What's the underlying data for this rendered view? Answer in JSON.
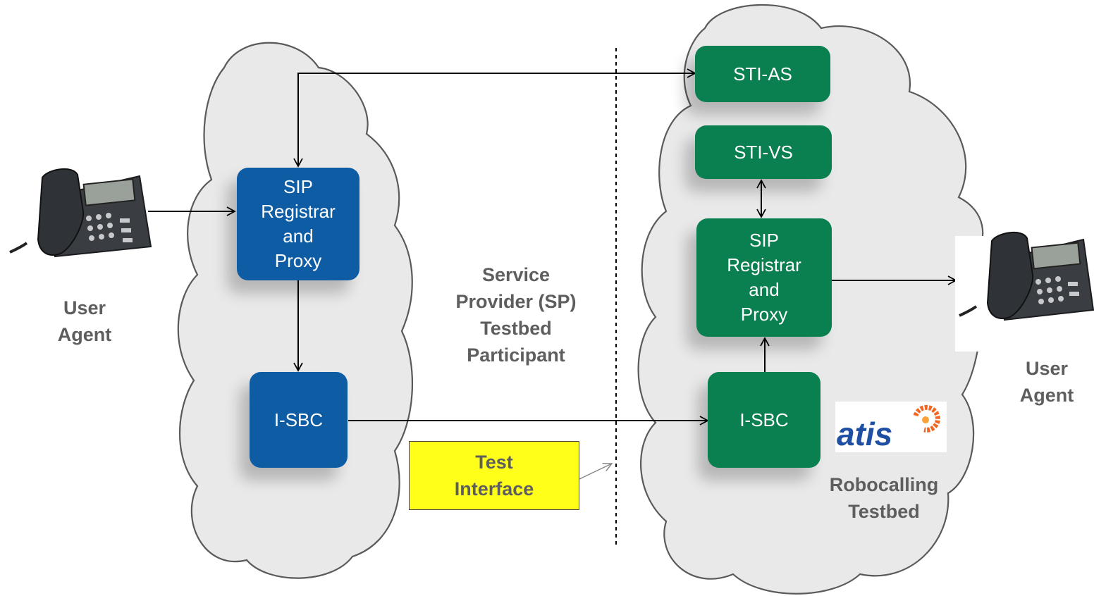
{
  "nodes": {
    "sp_sip_proxy": "SIP\nRegistrar\nand\nProxy",
    "sp_isbc": "I-SBC",
    "sti_as": "STI-AS",
    "sti_vs": "STI-VS",
    "rt_sip_proxy": "SIP\nRegistrar\nand\nProxy",
    "rt_isbc": "I-SBC"
  },
  "labels": {
    "user_agent_left": "User\nAgent",
    "user_agent_right": "User\nAgent",
    "sp_testbed": "Service\nProvider (SP)\nTestbed\nParticipant",
    "robocalling_testbed": "Robocalling\nTestbed",
    "test_interface": "Test\nInterface",
    "atis_logo": "atis"
  },
  "colors": {
    "sp_node": "#0e5da4",
    "testbed_node": "#0a7f4f",
    "cloud_fill": "#e9e9e9",
    "test_interface_fill": "#ffff1a",
    "atis_blue": "#1f4fa3",
    "atis_orange": "#f26522"
  },
  "icons": [
    "phone-icon",
    "cloud-shape",
    "atis-logo"
  ]
}
